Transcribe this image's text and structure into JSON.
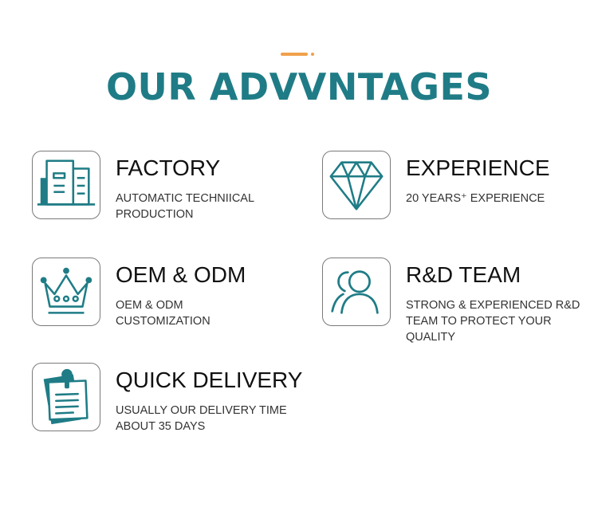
{
  "heading": "OUR ADVVNTAGES",
  "colors": {
    "accent": "#f0a04b",
    "brand": "#1f7c86",
    "border": "#7a7a7a"
  },
  "features": [
    {
      "icon": "factory-building-icon",
      "title": "FACTORY",
      "desc": "AUTOMATIC TECHNIICAL PRODUCTION"
    },
    {
      "icon": "diamond-icon",
      "title": "EXPERIENCE",
      "desc": "20 YEARS⁺ EXPERIENCE"
    },
    {
      "icon": "crown-icon",
      "title": "OEM & ODM",
      "desc": "OEM & ODM CUSTOMIZATION"
    },
    {
      "icon": "team-people-icon",
      "title": "R&D TEAM",
      "desc": "STRONG & EXPERIENCED R&D TEAM TO PROTECT YOUR QUALITY"
    },
    {
      "icon": "clipboard-pin-icon",
      "title": "QUICK DELIVERY",
      "desc": "USUALLY OUR DELIVERY TIME ABOUT 35 DAYS"
    }
  ]
}
